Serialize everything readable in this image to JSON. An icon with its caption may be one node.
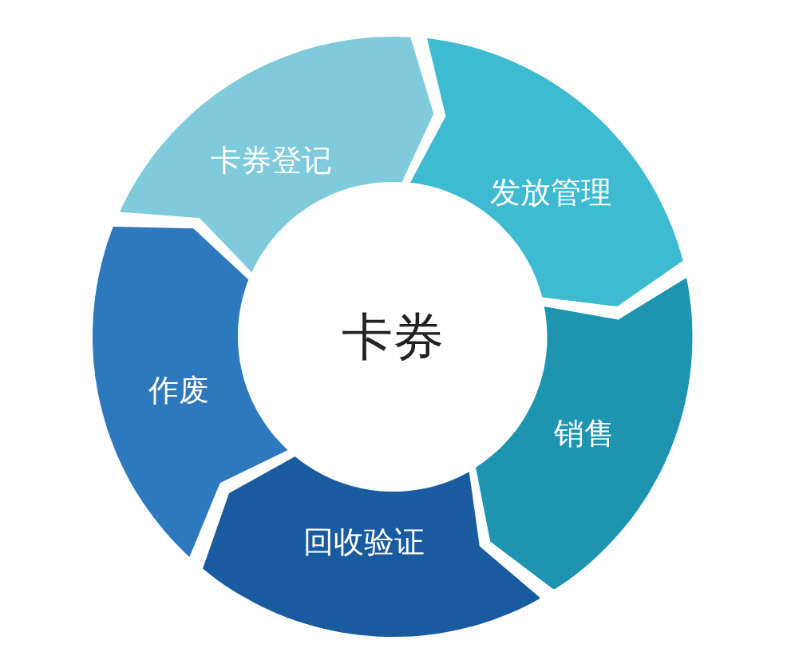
{
  "diagram": {
    "nodes": [
      {
        "text": [
          "卡券"
        ]
      },
      {
        "text": [
          "卡券登记"
        ]
      },
      {
        "text": [
          "发放管理"
        ]
      },
      {
        "text": [
          "销售"
        ]
      },
      {
        "text": [
          "回收验证"
        ]
      },
      {
        "text": [
          "作废"
        ]
      }
    ]
  }
}
